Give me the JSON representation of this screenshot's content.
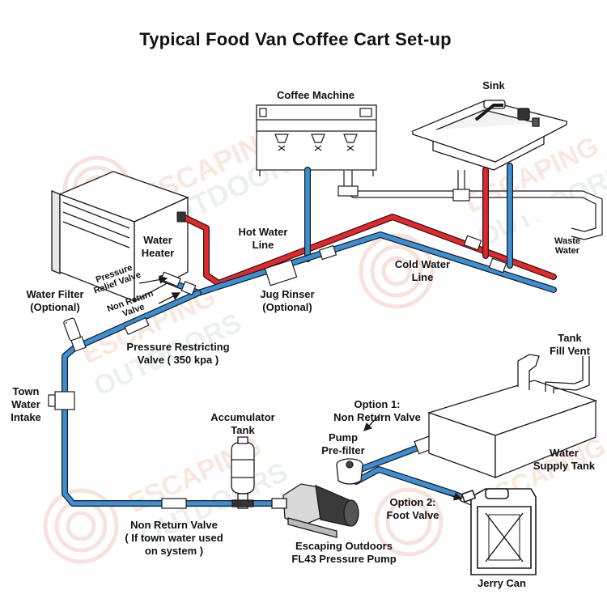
{
  "title": "Typical Food Van Coffee Cart Set-up",
  "colors": {
    "hot_line": "#e8262a",
    "cold_line": "#3b8fd6",
    "outline": "#1a1a1a",
    "watermark": "#f4d6c8"
  },
  "watermark": {
    "line1": "ESCAPING",
    "line2": "OUTDOORS"
  },
  "labels": {
    "coffee_machine": "Coffee Machine",
    "sink": "Sink",
    "water_heater": "Water\nHeater",
    "hot_water_line": "Hot Water\nLine",
    "waste_water": "Waste\nWater",
    "cold_water_line": "Cold Water\nLine",
    "water_filter": "Water Filter\n(Optional)",
    "pressure_relief_valve": "Pressure\nRelief Valve",
    "non_return_valve_small": "Non Return\nValve",
    "jug_rinser": "Jug Rinser\n(Optional)",
    "pressure_restricting_valve": "Pressure Restricting\nValve ( 350 kpa )",
    "tank_fill_vent": "Tank\nFill Vent",
    "town_water_intake": "Town\nWater\nIntake",
    "accumulator_tank": "Accumulator\nTank",
    "option1": "Option 1:\nNon Return Valve",
    "pump_prefilter": "Pump\nPre-filter",
    "water_supply_tank": "Water\nSupply Tank",
    "option2": "Option 2:\nFoot Valve",
    "non_return_valve_main": "Non Return Valve\n( If town water used\non system )",
    "pump": "Escaping Outdoors\nFL43 Pressure Pump",
    "jerry_can": "Jerry Can"
  }
}
